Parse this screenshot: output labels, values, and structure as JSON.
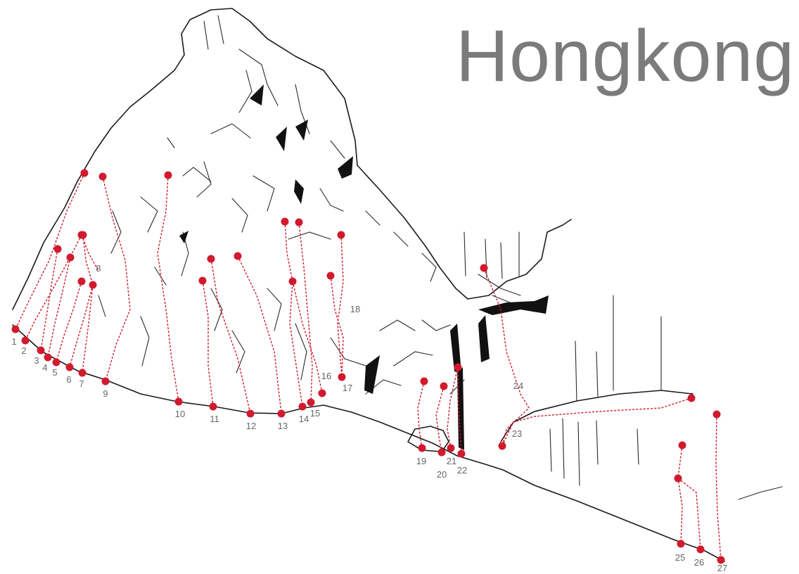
{
  "title": "Hongkong",
  "colors": {
    "route": "#d11a2d",
    "rock_outline": "#1a1a1a",
    "title_text": "#7b7b7b",
    "label_text": "#666666"
  },
  "routes": [
    {
      "number": "1"
    },
    {
      "number": "2"
    },
    {
      "number": "3"
    },
    {
      "number": "4"
    },
    {
      "number": "5"
    },
    {
      "number": "6"
    },
    {
      "number": "7"
    },
    {
      "number": "8"
    },
    {
      "number": "9"
    },
    {
      "number": "10"
    },
    {
      "number": "11"
    },
    {
      "number": "12"
    },
    {
      "number": "13"
    },
    {
      "number": "14"
    },
    {
      "number": "15"
    },
    {
      "number": "16"
    },
    {
      "number": "17"
    },
    {
      "number": "18"
    },
    {
      "number": "19"
    },
    {
      "number": "20"
    },
    {
      "number": "21"
    },
    {
      "number": "22"
    },
    {
      "number": "23"
    },
    {
      "number": "24"
    },
    {
      "number": "25"
    },
    {
      "number": "26"
    },
    {
      "number": "27"
    }
  ]
}
